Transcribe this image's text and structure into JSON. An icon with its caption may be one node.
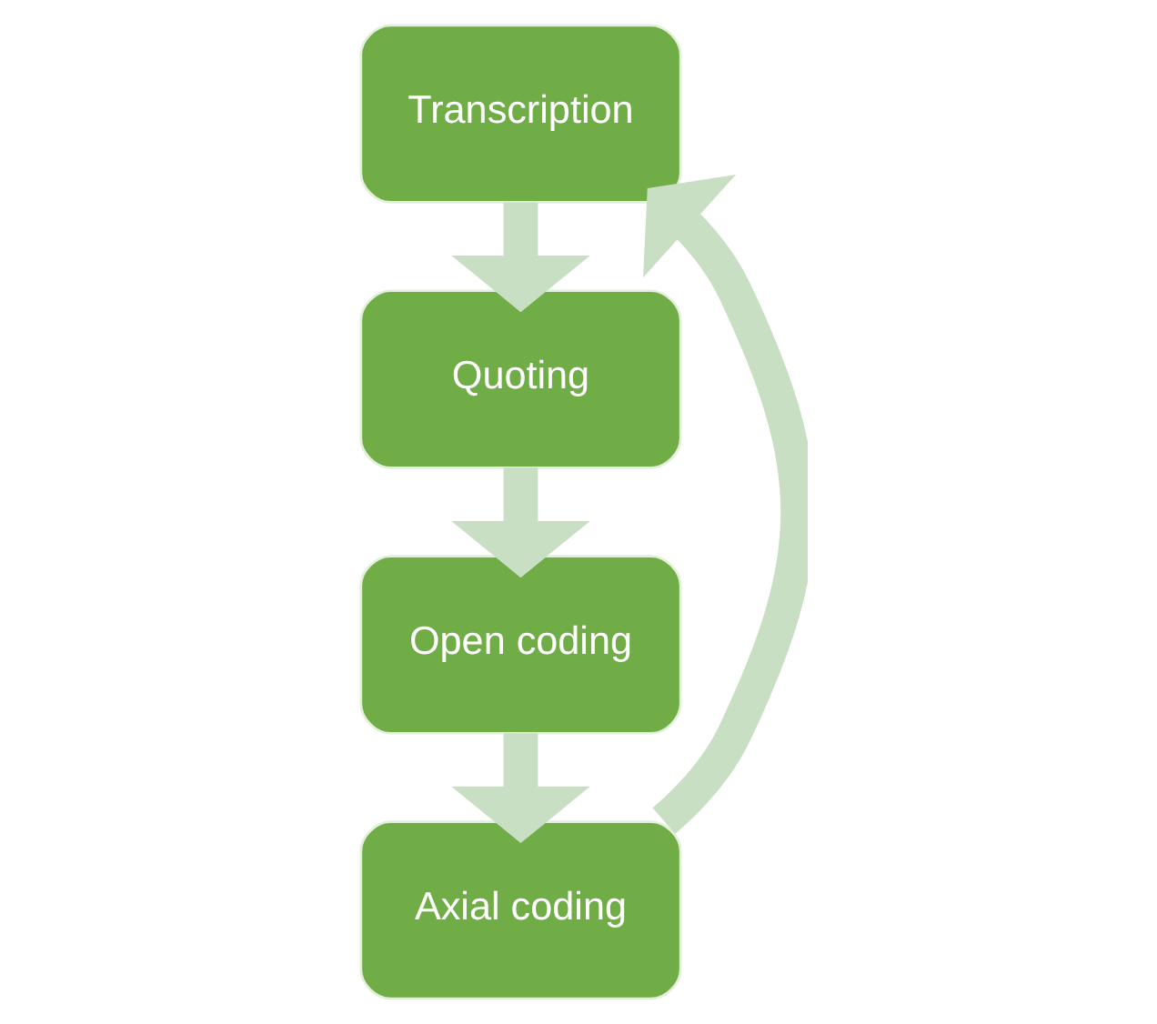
{
  "diagram": {
    "nodes": [
      {
        "text": [
          "Transcription"
        ]
      },
      {
        "text": [
          "Quoting"
        ]
      },
      {
        "text": [
          "Open coding"
        ]
      },
      {
        "text": [
          "Axial coding"
        ]
      }
    ],
    "edges": [
      {
        "from": 0,
        "to": 1,
        "arrow": "to"
      },
      {
        "from": 1,
        "to": 2,
        "arrow": "to"
      },
      {
        "from": 2,
        "to": 3,
        "arrow": "to"
      },
      {
        "from": 3,
        "to": 0,
        "arrow": "to"
      }
    ]
  }
}
